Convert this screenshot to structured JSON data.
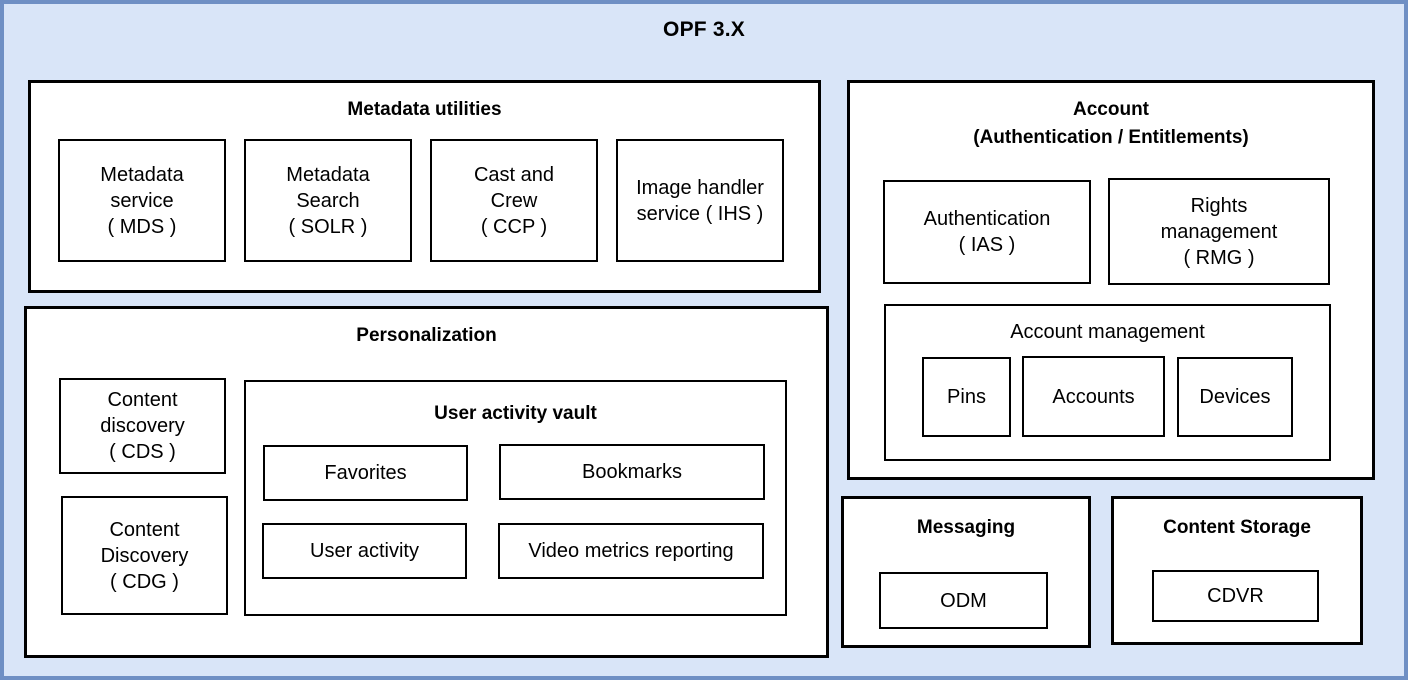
{
  "diagram": {
    "title": "OPF 3.X",
    "frame_background": "#d9e5f8",
    "frame_border": "#6f8fc4",
    "box_border": "#000000",
    "box_background": "#ffffff"
  },
  "metadata_utilities": {
    "title": "Metadata utilities",
    "items": [
      {
        "line1": "Metadata",
        "line2": "service",
        "line3": "( MDS )"
      },
      {
        "line1": "Metadata",
        "line2": "Search",
        "line3": "( SOLR )"
      },
      {
        "line1": "Cast and",
        "line2": "Crew",
        "line3": "( CCP )"
      },
      {
        "line1": "Image handler",
        "line2": "service ( IHS )",
        "line3": ""
      }
    ]
  },
  "personalization": {
    "title": "Personalization",
    "content_discovery": [
      {
        "line1": "Content",
        "line2": "discovery",
        "line3": "( CDS )"
      },
      {
        "line1": "Content",
        "line2": "Discovery",
        "line3": "( CDG )"
      }
    ],
    "user_activity_vault": {
      "title": "User activity vault",
      "items": [
        {
          "label": "Favorites"
        },
        {
          "label": "Bookmarks"
        },
        {
          "label": "User activity"
        },
        {
          "label": "Video metrics reporting"
        }
      ]
    }
  },
  "account": {
    "title_line1": "Account",
    "title_line2": "(Authentication / Entitlements)",
    "services": [
      {
        "line1": "Authentication",
        "line2": "( IAS )",
        "line3": ""
      },
      {
        "line1": "Rights",
        "line2": "management",
        "line3": "( RMG )"
      }
    ],
    "account_management": {
      "title": "Account management",
      "items": [
        {
          "label": "Pins"
        },
        {
          "label": "Accounts"
        },
        {
          "label": "Devices"
        }
      ]
    }
  },
  "messaging": {
    "title": "Messaging",
    "items": [
      {
        "label": "ODM"
      }
    ]
  },
  "content_storage": {
    "title": "Content Storage",
    "items": [
      {
        "label": "CDVR"
      }
    ]
  }
}
